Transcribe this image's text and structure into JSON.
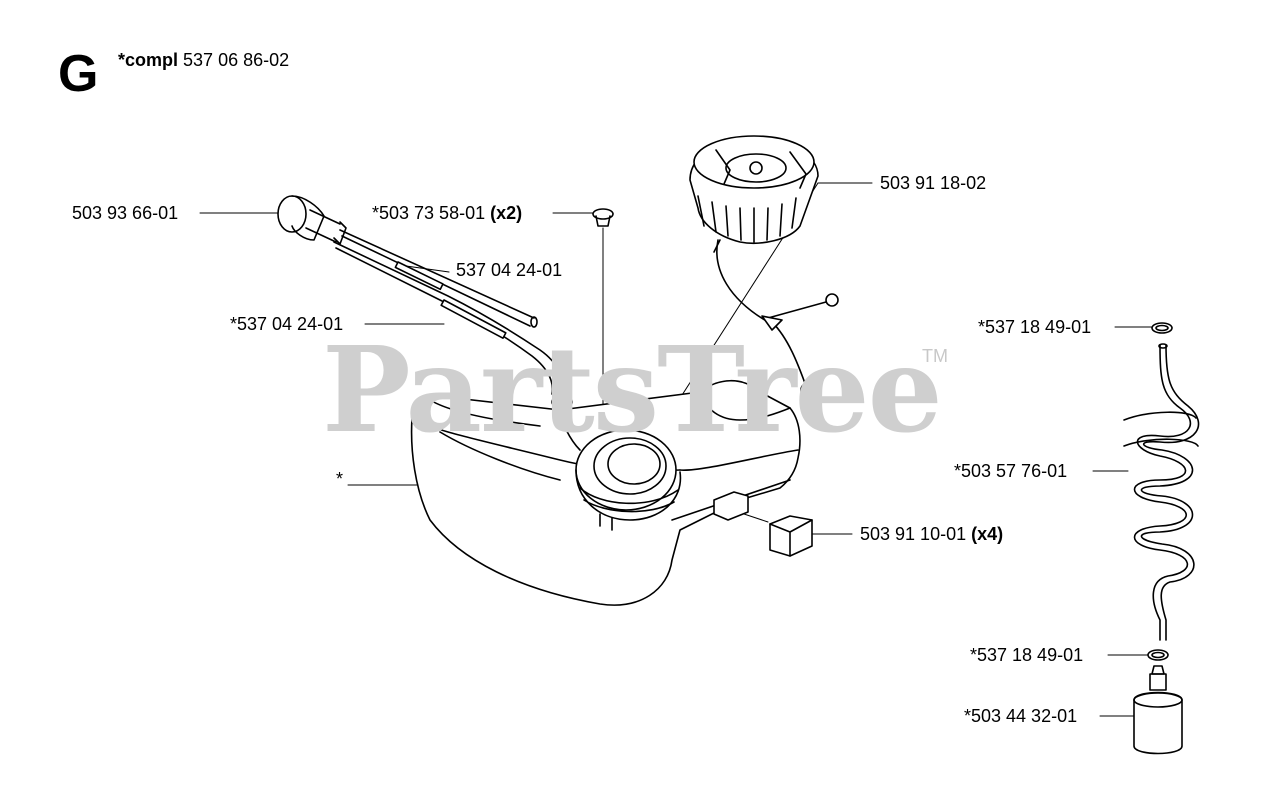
{
  "header": {
    "section_letter": "G",
    "kit_prefix": "*compl",
    "kit_number": "537 06 86-02"
  },
  "watermark": {
    "text": "PartsTree",
    "trademark": "TM"
  },
  "parts": [
    {
      "id": "p1",
      "text": "503 93 66-01",
      "qty": ""
    },
    {
      "id": "p2",
      "text": "*503 73 58-01",
      "qty": "(x2)"
    },
    {
      "id": "p3",
      "text": "503 91 18-02",
      "qty": ""
    },
    {
      "id": "p4",
      "text": "537 04 24-01",
      "qty": ""
    },
    {
      "id": "p5",
      "text": "*537 04 24-01",
      "qty": ""
    },
    {
      "id": "p6",
      "text": "*537 18 49-01",
      "qty": ""
    },
    {
      "id": "p7",
      "text": "*",
      "qty": ""
    },
    {
      "id": "p8",
      "text": "*503 57 76-01",
      "qty": ""
    },
    {
      "id": "p9",
      "text": "503 91 10-01",
      "qty": "(x4)"
    },
    {
      "id": "p10",
      "text": "*537 18 49-01",
      "qty": ""
    },
    {
      "id": "p11",
      "text": "*503 44 32-01",
      "qty": ""
    }
  ]
}
